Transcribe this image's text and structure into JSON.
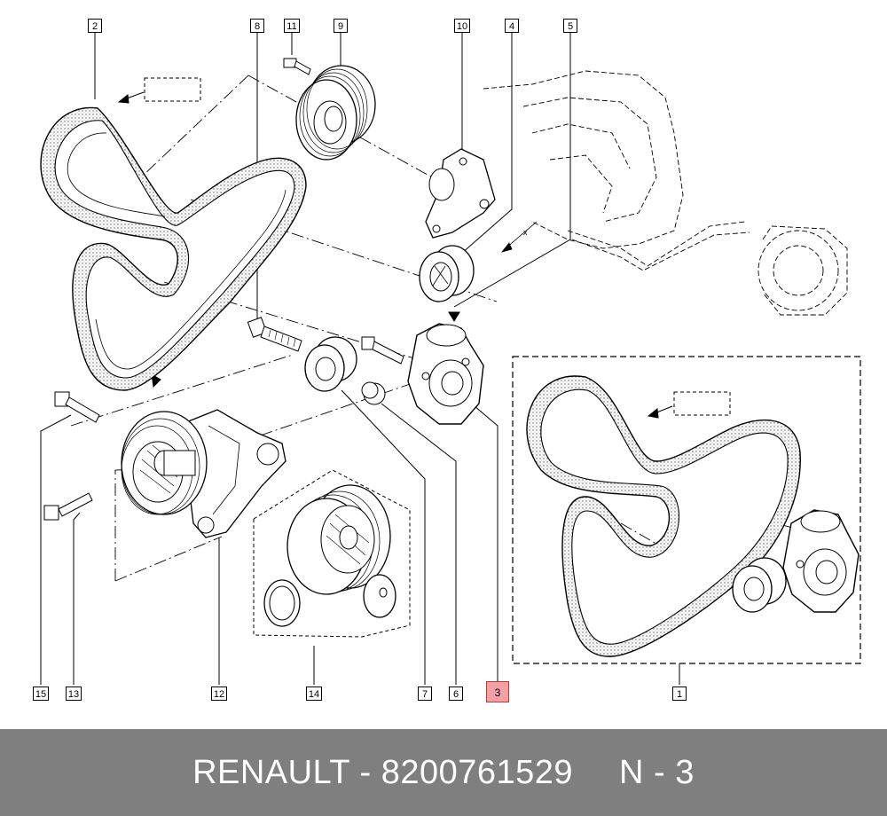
{
  "callouts": {
    "c1": "1",
    "c2": "2",
    "c3": "3",
    "c4": "4",
    "c5": "5",
    "c6": "6",
    "c7": "7",
    "c8": "8",
    "c9": "9",
    "c10": "10",
    "c11": "11",
    "c12": "12",
    "c13": "13",
    "c14": "14",
    "c15": "15"
  },
  "highlighted_part": "3",
  "footer": {
    "brand_part": "RENAULT - 8200761529",
    "position": "N - 3"
  },
  "colors": {
    "footer_bg": "#7f7f7f",
    "highlight": "#f4a0a8"
  }
}
